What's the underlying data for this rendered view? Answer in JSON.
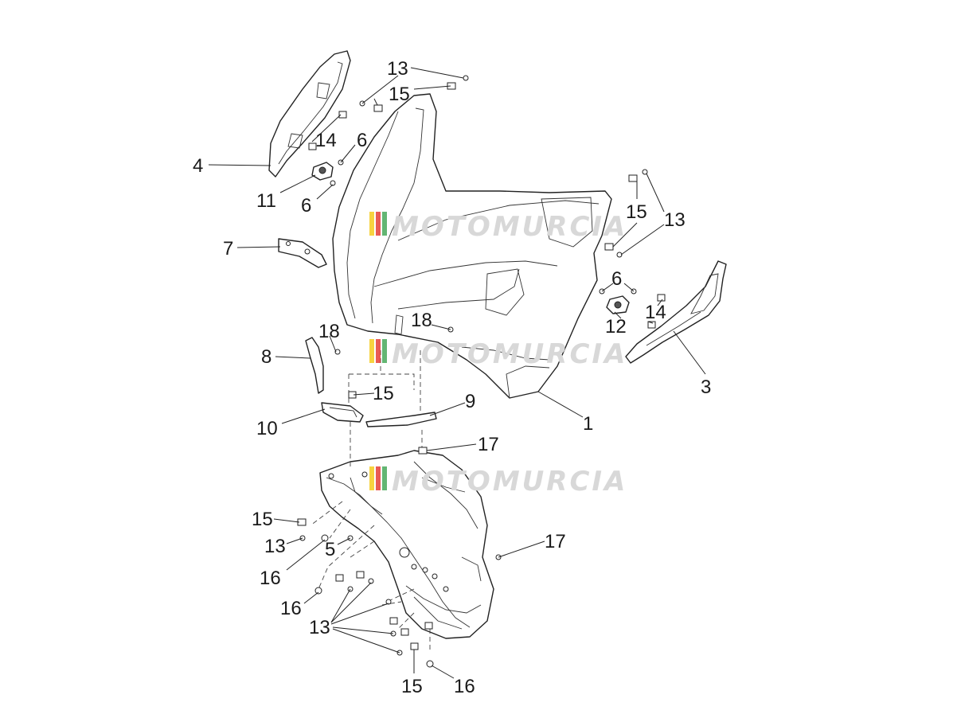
{
  "watermark": {
    "text": "MOTOMURCIA",
    "colors": {
      "yellow": "#f4c400",
      "red": "#e2231a",
      "green": "#2f9e44",
      "text": "#d8d8d8"
    }
  },
  "callouts": [
    {
      "id": "c-13a",
      "label": "13"
    },
    {
      "id": "c-15a",
      "label": "15"
    },
    {
      "id": "c-14a",
      "label": "14"
    },
    {
      "id": "c-6a",
      "label": "6"
    },
    {
      "id": "c-4",
      "label": "4"
    },
    {
      "id": "c-11",
      "label": "11"
    },
    {
      "id": "c-6b",
      "label": "6"
    },
    {
      "id": "c-7",
      "label": "7"
    },
    {
      "id": "c-15b",
      "label": "15"
    },
    {
      "id": "c-13b",
      "label": "13"
    },
    {
      "id": "c-6c",
      "label": "6"
    },
    {
      "id": "c-12",
      "label": "12"
    },
    {
      "id": "c-14b",
      "label": "14"
    },
    {
      "id": "c-3",
      "label": "3"
    },
    {
      "id": "c-18a",
      "label": "18"
    },
    {
      "id": "c-18b",
      "label": "18"
    },
    {
      "id": "c-8",
      "label": "8"
    },
    {
      "id": "c-15c",
      "label": "15"
    },
    {
      "id": "c-9",
      "label": "9"
    },
    {
      "id": "c-1",
      "label": "1"
    },
    {
      "id": "c-10",
      "label": "10"
    },
    {
      "id": "c-17a",
      "label": "17"
    },
    {
      "id": "c-15d",
      "label": "15"
    },
    {
      "id": "c-13c",
      "label": "13"
    },
    {
      "id": "c-5",
      "label": "5"
    },
    {
      "id": "c-16a",
      "label": "16"
    },
    {
      "id": "c-17b",
      "label": "17"
    },
    {
      "id": "c-16b",
      "label": "16"
    },
    {
      "id": "c-13d",
      "label": "13"
    },
    {
      "id": "c-15e",
      "label": "15"
    },
    {
      "id": "c-16c",
      "label": "16"
    }
  ]
}
